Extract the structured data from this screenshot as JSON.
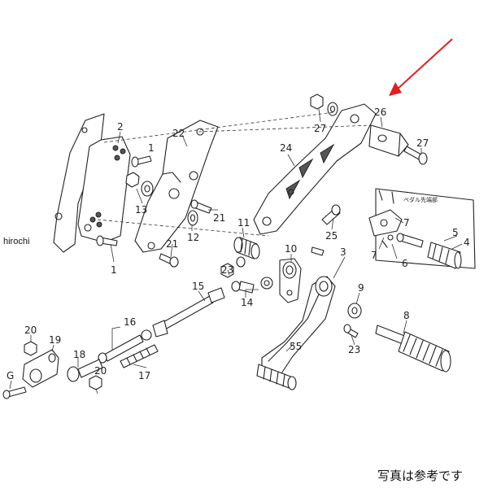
{
  "watermark": "hirochi",
  "inset_caption": "ペダル先端部",
  "footer_note": "写真は参考です",
  "arrow_color": "#e02020",
  "callouts": {
    "p2": "2",
    "p1": "1",
    "p13": "13",
    "p22": "22",
    "p21a": "21",
    "p21b": "21",
    "p12": "12",
    "p11": "11",
    "p24": "24",
    "p25": "25",
    "p26": "26",
    "p27a": "27",
    "p27b": "27",
    "p10": "10",
    "p3": "3",
    "p23a": "23",
    "p14": "14",
    "p15": "15",
    "p9": "9",
    "p8": "8",
    "p23b": "23",
    "p55": "55",
    "p16": "16",
    "p17": "17",
    "p20a": "20",
    "p19": "19",
    "p18": "18",
    "p20b": "20",
    "pG": "G",
    "p7a": "7",
    "p7b": "7",
    "p5": "5",
    "p4": "4",
    "p6": "6"
  }
}
